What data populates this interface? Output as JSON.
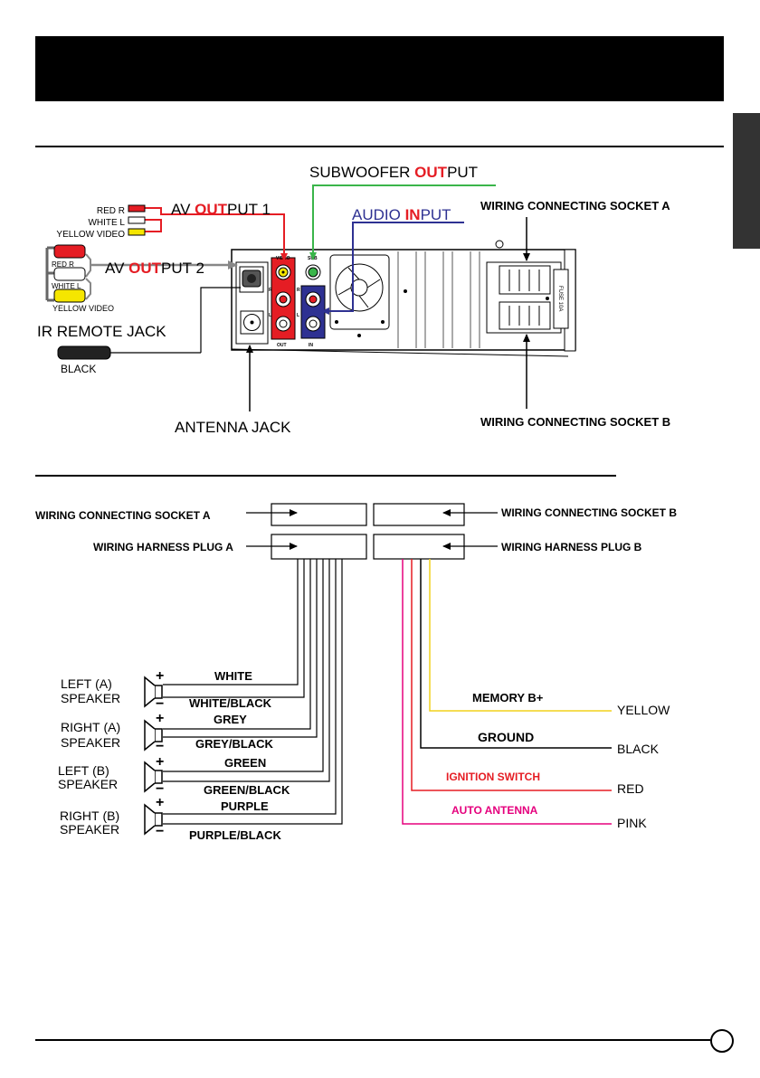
{
  "diagram1": {
    "subwoofer_output": {
      "pre": "SUBWOOFER ",
      "hl": "OUT",
      "post": "PUT"
    },
    "audio_input": {
      "pre": "AUDIO ",
      "hl": "IN",
      "post": "PUT"
    },
    "av_output_1": {
      "pre": "AV ",
      "hl": "OUT",
      "post": "PUT 1"
    },
    "av_output_2": {
      "pre": "AV ",
      "hl": "OUT",
      "post": "PUT 2"
    },
    "rca_small": [
      "RED  R",
      "WHITE L",
      "YELLOW  VIDEO"
    ],
    "rca_large": [
      "RED  R",
      "WHITE L",
      "YELLOW  VIDEO"
    ],
    "ir_remote_jack": "IR REMOTE JACK",
    "black": "BLACK",
    "antenna_jack": "ANTENNA JACK",
    "socket_a": "WIRING CONNECTING SOCKET A",
    "socket_b": "WIRING CONNECTING SOCKET B",
    "panel": {
      "video": "VIDEO",
      "sub": "SUB",
      "r1": "R",
      "l1": "L",
      "r2": "R",
      "l2": "L",
      "out": "OUT",
      "in": "IN",
      "fuse": "FUSE 10A"
    }
  },
  "diagram2": {
    "socket_a": "WIRING CONNECTING SOCKET A",
    "socket_b": "WIRING CONNECTING SOCKET B",
    "plug_a": "WIRING HARNESS PLUG A",
    "plug_b": "WIRING HARNESS PLUG B",
    "speakers": [
      {
        "line1": "LEFT (A)",
        "line2": "SPEAKER",
        "pos_wire": "WHITE",
        "neg_wire": "WHITE/BLACK"
      },
      {
        "line1": "RIGHT (A)",
        "line2": "SPEAKER",
        "pos_wire": "GREY",
        "neg_wire": "GREY/BLACK"
      },
      {
        "line1": "LEFT (B)",
        "line2": "SPEAKER",
        "pos_wire": "GREEN",
        "neg_wire": "GREEN/BLACK"
      },
      {
        "line1": "RIGHT (B)",
        "line2": "SPEAKER",
        "pos_wire": "PURPLE",
        "neg_wire": "PURPLE/BLACK"
      }
    ],
    "plus": "+",
    "minus": "−",
    "power": [
      {
        "label": "MEMORY B+",
        "color_name": "YELLOW",
        "label_color": "#000000",
        "wire_color": "#f2d21b"
      },
      {
        "label": "GROUND",
        "color_name": "BLACK",
        "label_color": "#000000",
        "wire_color": "#000000"
      },
      {
        "label": "IGNITION  SWITCH",
        "color_name": "RED",
        "label_color": "#e51d24",
        "wire_color": "#e51d24"
      },
      {
        "label": "AUTO  ANTENNA",
        "color_name": "PINK",
        "label_color": "#e5007d",
        "wire_color": "#e5007d"
      }
    ]
  },
  "colors": {
    "red": "#e51d24",
    "green": "#3ab54a",
    "blue": "#2e3192",
    "grey": "#888888",
    "yellow": "#f5e600"
  }
}
